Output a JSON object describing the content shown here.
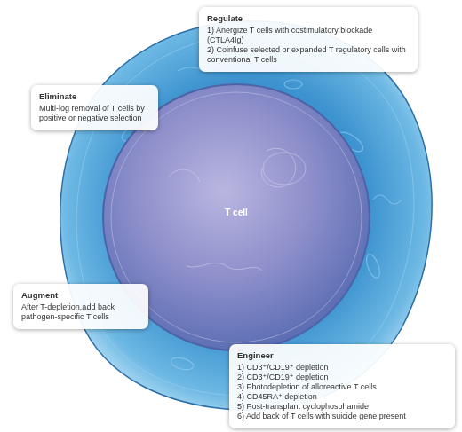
{
  "diagram": {
    "nodes": [
      {
        "text": [
          "Regulate",
          "1) Anergize T cells with costimulatory blockade (CTLA4Ig)",
          "2) Coinfuse selected or expanded T regulatory cells with conventional T cells"
        ]
      },
      {
        "text": [
          "Eliminate",
          "Multi-log removal of T cells by positive or negative selection"
        ]
      },
      {
        "text": [
          "Augment",
          "After T-depletion,add back pathogen-specific T cells"
        ]
      },
      {
        "text": [
          "Engineer",
          "1) CD3⁺/CD19⁺ depletion",
          "2) CD3⁺/CD19⁺ depletion",
          "3) Photodepletion of alloreactive T cells",
          "4) CD45RA⁺ depletion",
          "5) Post-transplant cyclophosphamide",
          "6) Add back of T cells with suicide gene present"
        ]
      }
    ],
    "labels": [
      "T cell"
    ]
  }
}
